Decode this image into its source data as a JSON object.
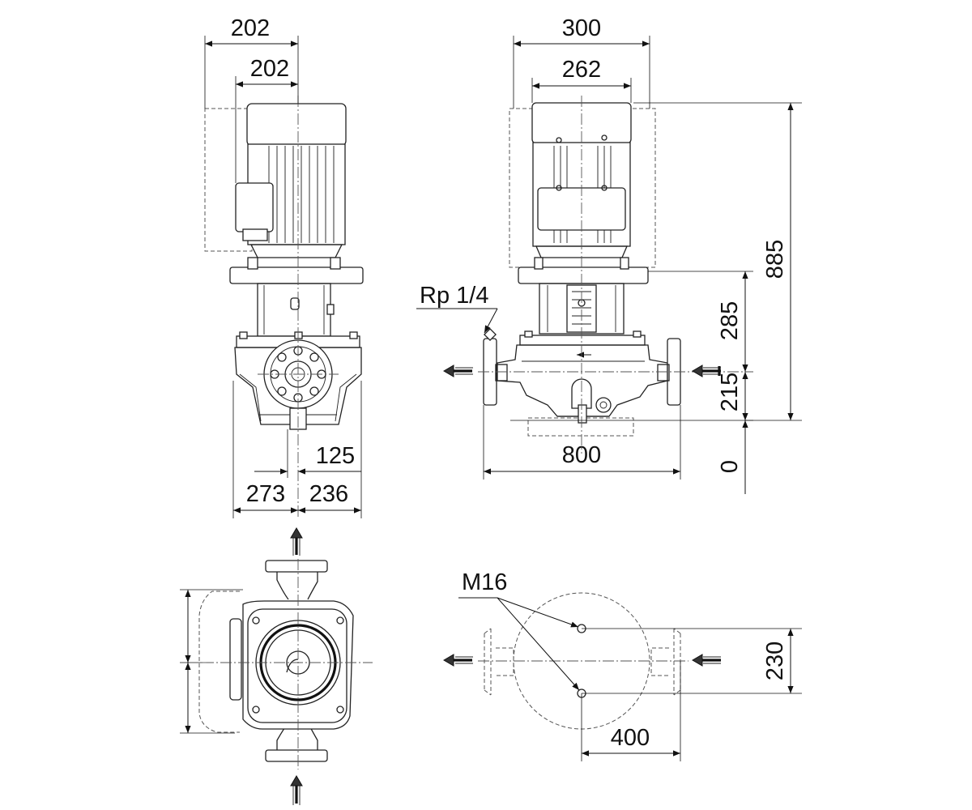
{
  "dimensions": {
    "side_motor_overall_width": "202",
    "side_motor_width": "202",
    "front_motor_overall_width": "300",
    "front_motor_width": "262",
    "overall_height": "885",
    "height_upper": "285",
    "height_lower": "215",
    "base_datum": "0",
    "port_to_port_length": "800",
    "side_offset_small": "125",
    "side_half_left": "273",
    "side_half_right": "236",
    "foot_spacing_y": "230",
    "foot_spacing_x": "400"
  },
  "labels": {
    "gauge_port": "Rp 1/4",
    "bolt_thread": "M16"
  },
  "views": [
    "side-elevation",
    "front-elevation",
    "top-view",
    "foot-plan"
  ]
}
